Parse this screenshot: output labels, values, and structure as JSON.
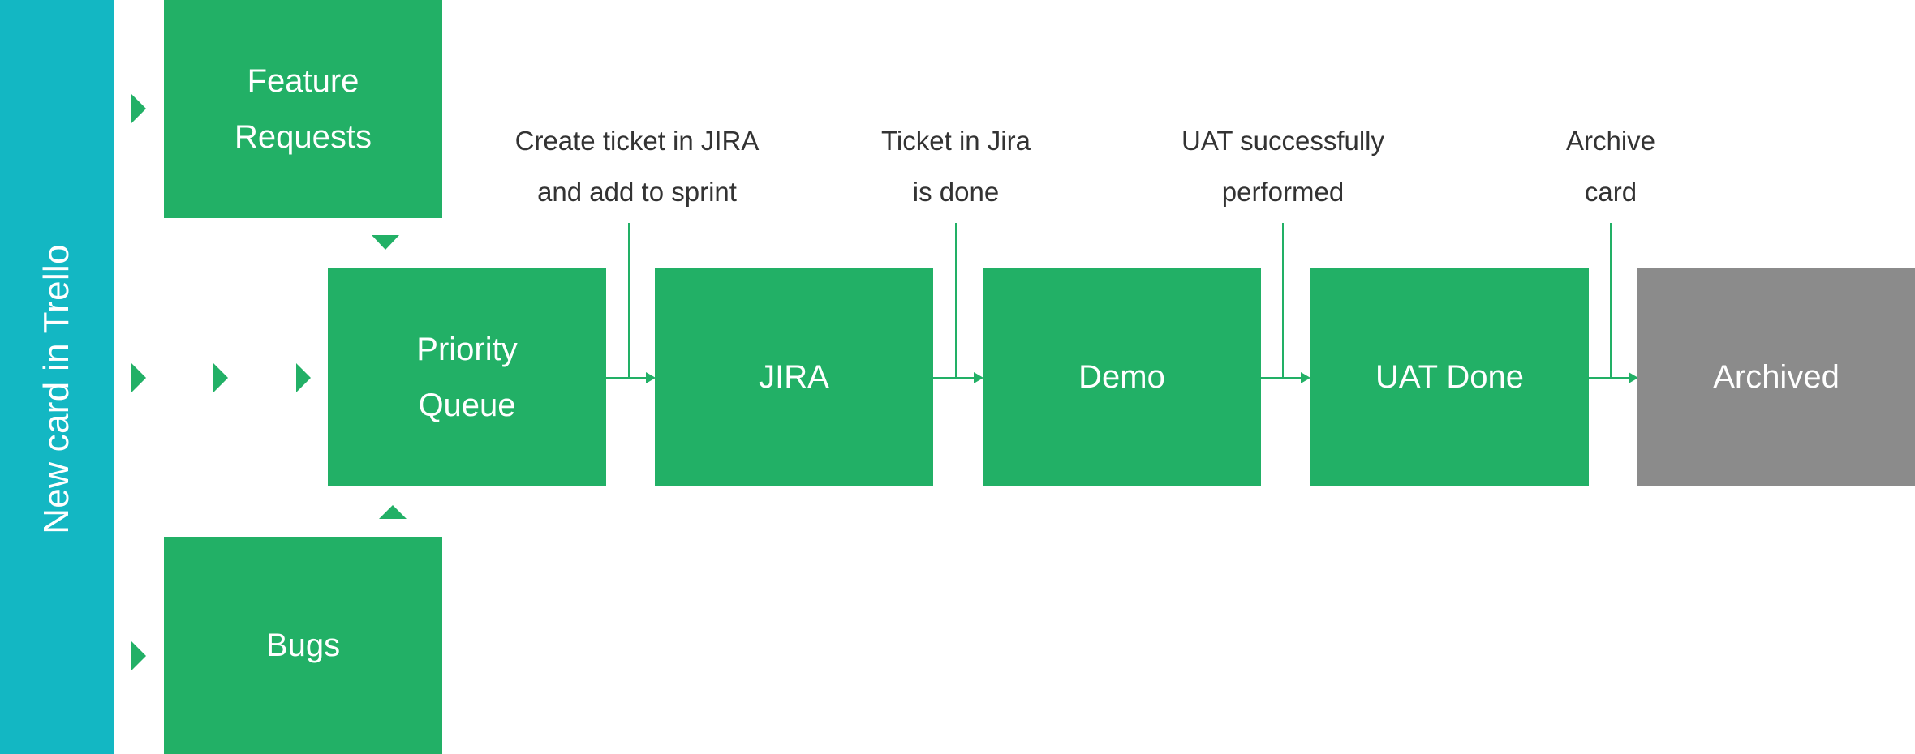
{
  "sidebar": {
    "label": "New card in Trello"
  },
  "boxes": {
    "feature_requests": [
      "Feature",
      "Requests"
    ],
    "bugs": "Bugs",
    "priority_queue": [
      "Priority",
      "Queue"
    ],
    "jira": "JIRA",
    "demo": "Demo",
    "uat_done": "UAT Done",
    "archived": "Archived"
  },
  "annotations": {
    "create_ticket": [
      "Create ticket in JIRA",
      "and add to sprint"
    ],
    "ticket_done": [
      "Ticket in Jira",
      "is done"
    ],
    "uat_performed": [
      "UAT successfully",
      "performed"
    ],
    "archive_card": [
      "Archive",
      "card"
    ]
  },
  "colors": {
    "sidebar": "#13b7c3",
    "step": "#22b066",
    "archived": "#8b8b8b",
    "text": "#333333"
  }
}
